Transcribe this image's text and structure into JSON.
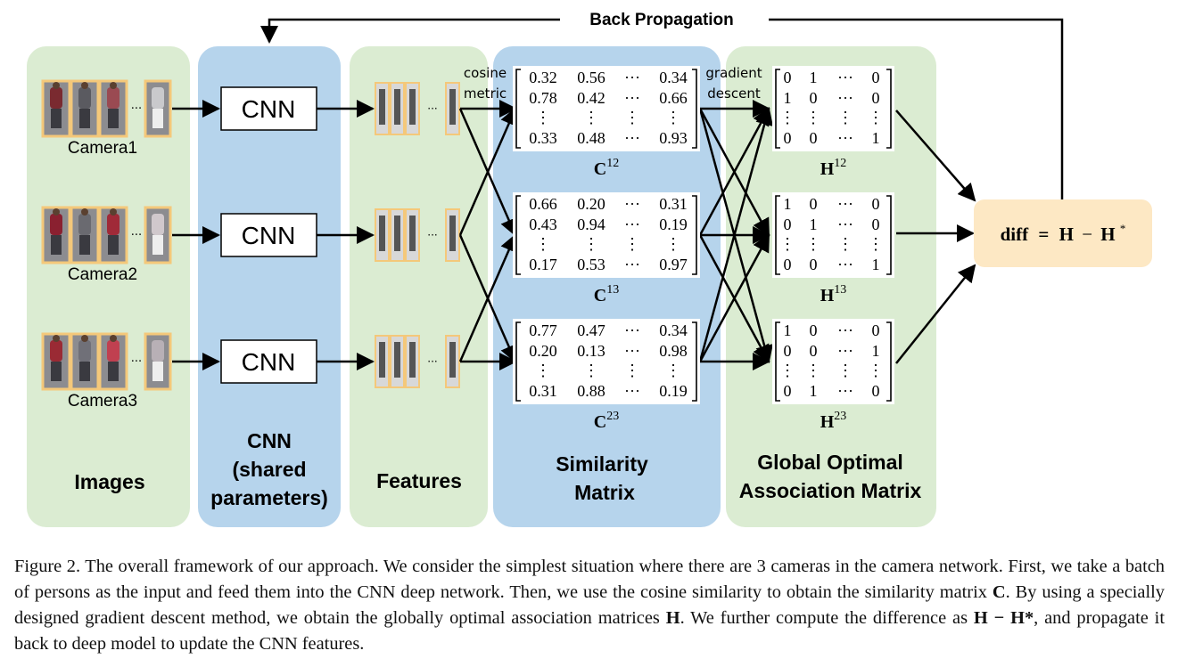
{
  "back_propagation": "Back Propagation",
  "columns": {
    "images": "Images",
    "cnn": [
      "CNN",
      "(shared",
      "parameters)"
    ],
    "features": "Features",
    "similarity": [
      "Similarity",
      "Matrix"
    ],
    "association": [
      "Global Optimal",
      "Association Matrix"
    ]
  },
  "cameras": [
    "Camera1",
    "Camera2",
    "Camera3"
  ],
  "cnn_box_label": "CNN",
  "ellipsis": "···",
  "cosine_metric": [
    "cosine",
    "metric"
  ],
  "gradient_descent": [
    "gradient",
    "descent"
  ],
  "similarity_matrices": [
    {
      "label": "C",
      "sup": "12",
      "rows": [
        [
          "0.32",
          "0.56",
          "···",
          "0.34"
        ],
        [
          "0.78",
          "0.42",
          "···",
          "0.66"
        ],
        [
          "⋮",
          "⋮",
          "⋮",
          "⋮"
        ],
        [
          "0.33",
          "0.48",
          "···",
          "0.93"
        ]
      ]
    },
    {
      "label": "C",
      "sup": "13",
      "rows": [
        [
          "0.66",
          "0.20",
          "···",
          "0.31"
        ],
        [
          "0.43",
          "0.94",
          "···",
          "0.19"
        ],
        [
          "⋮",
          "⋮",
          "⋮",
          "⋮"
        ],
        [
          "0.17",
          "0.53",
          "···",
          "0.97"
        ]
      ]
    },
    {
      "label": "C",
      "sup": "23",
      "rows": [
        [
          "0.77",
          "0.47",
          "···",
          "0.34"
        ],
        [
          "0.20",
          "0.13",
          "···",
          "0.98"
        ],
        [
          "⋮",
          "⋮",
          "⋮",
          "⋮"
        ],
        [
          "0.31",
          "0.88",
          "···",
          "0.19"
        ]
      ]
    }
  ],
  "association_matrices": [
    {
      "label": "H",
      "sup": "12",
      "rows": [
        [
          "0",
          "1",
          "···",
          "0"
        ],
        [
          "1",
          "0",
          "···",
          "0"
        ],
        [
          "⋮",
          "⋮",
          "⋮",
          "⋮"
        ],
        [
          "0",
          "0",
          "···",
          "1"
        ]
      ]
    },
    {
      "label": "H",
      "sup": "13",
      "rows": [
        [
          "1",
          "0",
          "···",
          "0"
        ],
        [
          "0",
          "1",
          "···",
          "0"
        ],
        [
          "⋮",
          "⋮",
          "⋮",
          "⋮"
        ],
        [
          "0",
          "0",
          "···",
          "1"
        ]
      ]
    },
    {
      "label": "H",
      "sup": "23",
      "rows": [
        [
          "1",
          "0",
          "···",
          "0"
        ],
        [
          "0",
          "0",
          "···",
          "1"
        ],
        [
          "⋮",
          "⋮",
          "⋮",
          "⋮"
        ],
        [
          "0",
          "1",
          "···",
          "0"
        ]
      ]
    }
  ],
  "diff_label": {
    "prefix": "diff",
    "eq": "=",
    "h": "H",
    "minus": "−",
    "hstar": "H",
    "star": "*"
  },
  "caption": {
    "lead": "Figure 2. The overall framework of our approach. We consider the simplest situation where there are 3 cameras in the camera network. First, we take a batch of persons as the input and feed them into the CNN deep network. Then, we use the cosine similarity to obtain the similarity matrix ",
    "sym_c": "C",
    "mid": ". By using a specially designed gradient descent method, we obtain the globally optimal association matrices ",
    "sym_h": "H",
    "mid2": ". We further compute the difference as ",
    "sym_diff": "H − H*",
    "tail": ", and propagate it back to deep model to update the CNN features."
  },
  "colors": {
    "green_panel": "#dbecd2",
    "blue_panel": "#b6d4ec",
    "diff_box": "#fde8c4",
    "image_border": "#f4c87a",
    "arrow": "#000000"
  }
}
